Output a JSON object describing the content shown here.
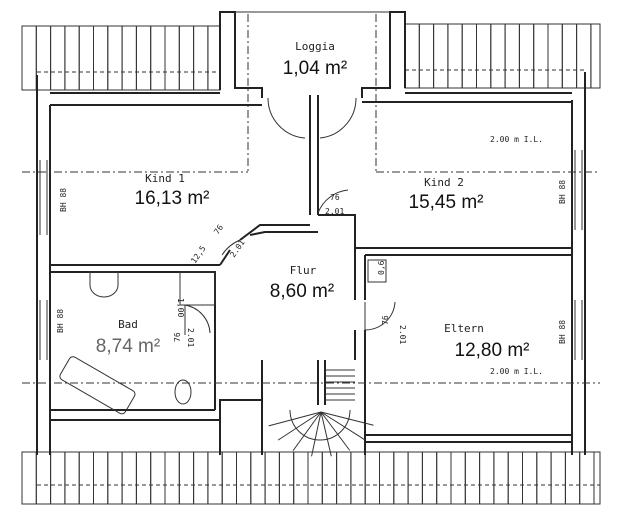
{
  "rooms": {
    "loggia": {
      "name": "Loggia",
      "area": "1,04 m²"
    },
    "kind1": {
      "name": "Kind 1",
      "area": "16,13 m²"
    },
    "kind2": {
      "name": "Kind 2",
      "area": "15,45 m²"
    },
    "flur": {
      "name": "Flur",
      "area": "8,60 m²"
    },
    "bad": {
      "name": "Bad",
      "area": "8,74 m²"
    },
    "eltern": {
      "name": "Eltern",
      "area": "12,80 m²"
    }
  },
  "annotations": {
    "window_sill": "BH 88",
    "clear_height": "2.00 m I.L.",
    "door_width": "76",
    "door_height": "2.01",
    "door_width_alt": "12,5",
    "shower": "1,00",
    "washbasin": "0,6"
  },
  "colors": {
    "line": "#222222",
    "background": "#ffffff",
    "bad_text": "#666666"
  }
}
